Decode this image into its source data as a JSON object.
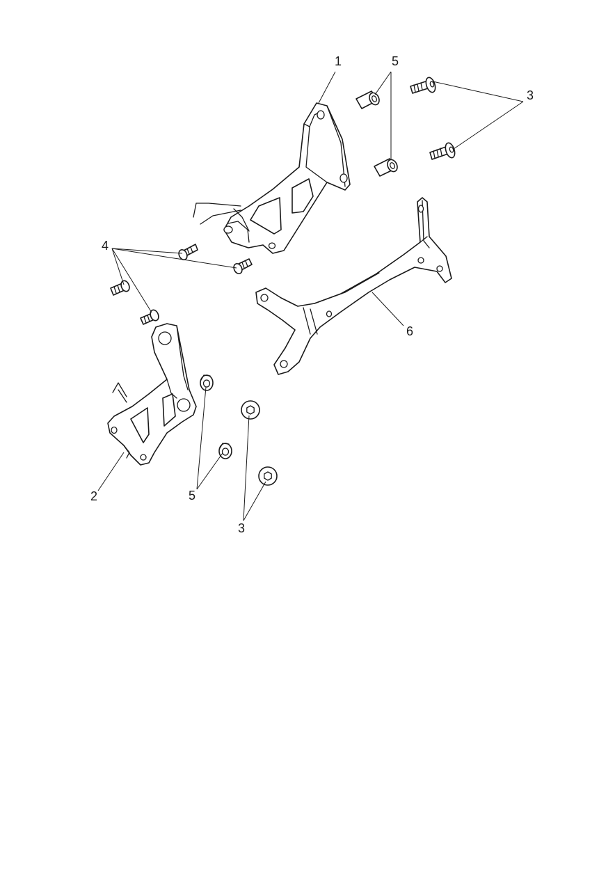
{
  "callouts": {
    "c1": "1",
    "c5_top": "5",
    "c3_top": "3",
    "c4": "4",
    "c6": "6",
    "c2": "2",
    "c5_bottom": "5",
    "c3_bottom": "3"
  },
  "colors": {
    "line": "#1a1a1a",
    "background": "#ffffff"
  }
}
